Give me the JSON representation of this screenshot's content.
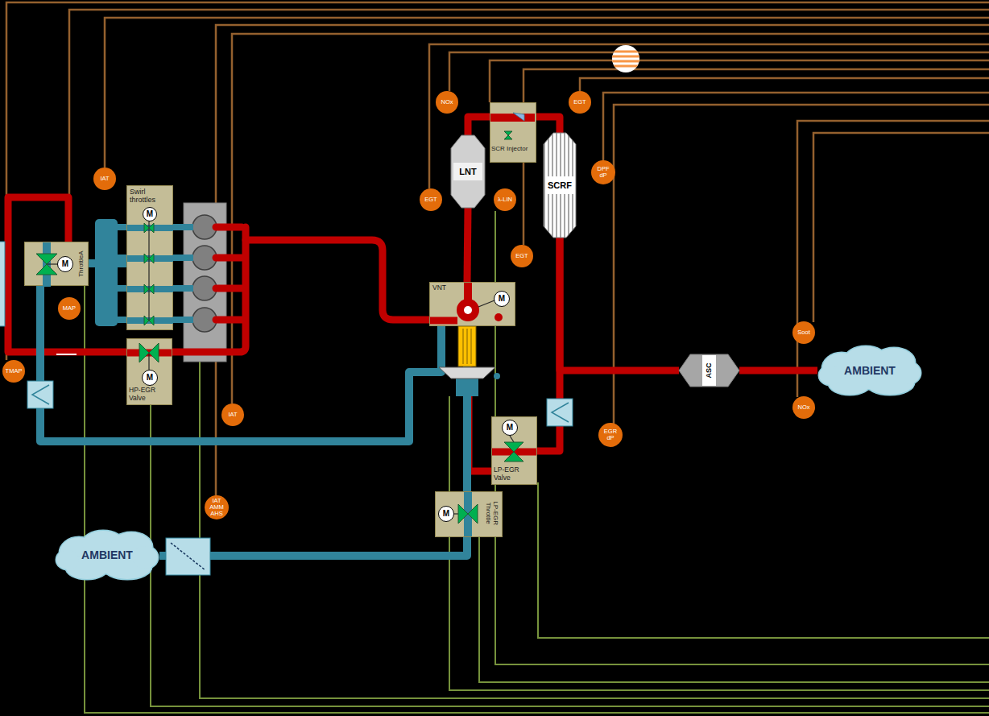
{
  "diagram": {
    "nodes": [
      {
        "text": [
          "Swirl throttles"
        ]
      },
      {
        "text": [
          "ThrottleA"
        ]
      },
      {
        "text": [
          "HP-EGR Valve"
        ]
      },
      {
        "text": [
          "VNT"
        ]
      },
      {
        "text": [
          "SCR Injector"
        ]
      },
      {
        "text": [
          "LNT"
        ]
      },
      {
        "text": [
          "SCRF"
        ]
      },
      {
        "text": [
          "ASC"
        ]
      },
      {
        "text": [
          "AMBIENT"
        ]
      },
      {
        "text": [
          "AMBIENT"
        ]
      },
      {
        "text": [
          "LP-EGR Valve"
        ]
      },
      {
        "text": [
          "LP-EGR Throttle"
        ]
      },
      {
        "text": [
          "IAT"
        ]
      },
      {
        "text": [
          "MAP"
        ]
      },
      {
        "text": [
          "TMAP"
        ]
      },
      {
        "text": [
          "IAT"
        ]
      },
      {
        "text": [
          "IAT AMM AHS"
        ]
      },
      {
        "text": [
          "NOx"
        ]
      },
      {
        "text": [
          "EGT"
        ]
      },
      {
        "text": [
          "λ-LIN"
        ]
      },
      {
        "text": [
          "EGT"
        ]
      },
      {
        "text": [
          "EGT"
        ]
      },
      {
        "text": [
          "DPF dP"
        ]
      },
      {
        "text": [
          "Soot"
        ]
      },
      {
        "text": [
          "NOx"
        ]
      },
      {
        "text": [
          "EGR dP"
        ]
      },
      {
        "text": [
          "M"
        ],
        "in": 0
      },
      {
        "text": [
          "M"
        ],
        "in": 1
      },
      {
        "text": [
          "M"
        ],
        "in": 2
      },
      {
        "text": [
          "M"
        ],
        "in": 3
      },
      {
        "text": [
          "M"
        ],
        "in": 10
      },
      {
        "text": [
          "M"
        ],
        "in": 11
      }
    ],
    "edges": [
      {
        "from": 9,
        "to": 11,
        "arrow": "none"
      },
      {
        "from": 11,
        "to": 3,
        "arrow": "none"
      },
      {
        "from": 3,
        "to": 1,
        "arrow": "none"
      },
      {
        "from": 1,
        "to": 0,
        "arrow": "none"
      },
      {
        "from": 2,
        "to": 1,
        "arrow": "none"
      },
      {
        "from": 3,
        "to": 5,
        "arrow": "none"
      },
      {
        "from": 5,
        "to": 4,
        "arrow": "none"
      },
      {
        "from": 4,
        "to": 6,
        "arrow": "none"
      },
      {
        "from": 6,
        "to": 7,
        "arrow": "none"
      },
      {
        "from": 7,
        "to": 8,
        "arrow": "none"
      },
      {
        "from": 6,
        "to": 10,
        "arrow": "none"
      },
      {
        "from": 10,
        "to": 3,
        "arrow": "none"
      }
    ]
  }
}
